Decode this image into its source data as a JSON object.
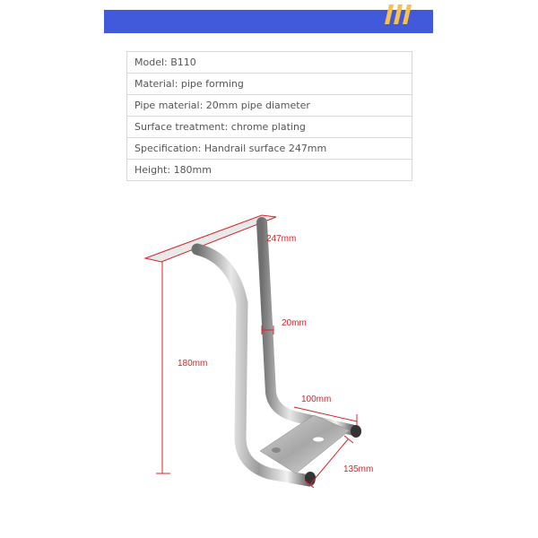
{
  "banner": {
    "color": "#4159db",
    "accent_color": "#f7c14a",
    "decoration": "triple-slash-icon"
  },
  "specs": [
    {
      "label": "Model: B110"
    },
    {
      "label": "Material: pipe forming"
    },
    {
      "label": "Pipe material: 20mm pipe diameter"
    },
    {
      "label": "Surface treatment: chrome plating"
    },
    {
      "label": "Specification: Handrail surface 247mm"
    },
    {
      "label": "Height: 180mm"
    }
  ],
  "product_image": {
    "subject": "chrome armrest bracket",
    "dimension_color": "#d8232a",
    "dimensions": {
      "top_length": "247mm",
      "pipe_diameter": "20mm",
      "height": "180mm",
      "base_width": "100mm",
      "base_depth": "135mm"
    }
  }
}
